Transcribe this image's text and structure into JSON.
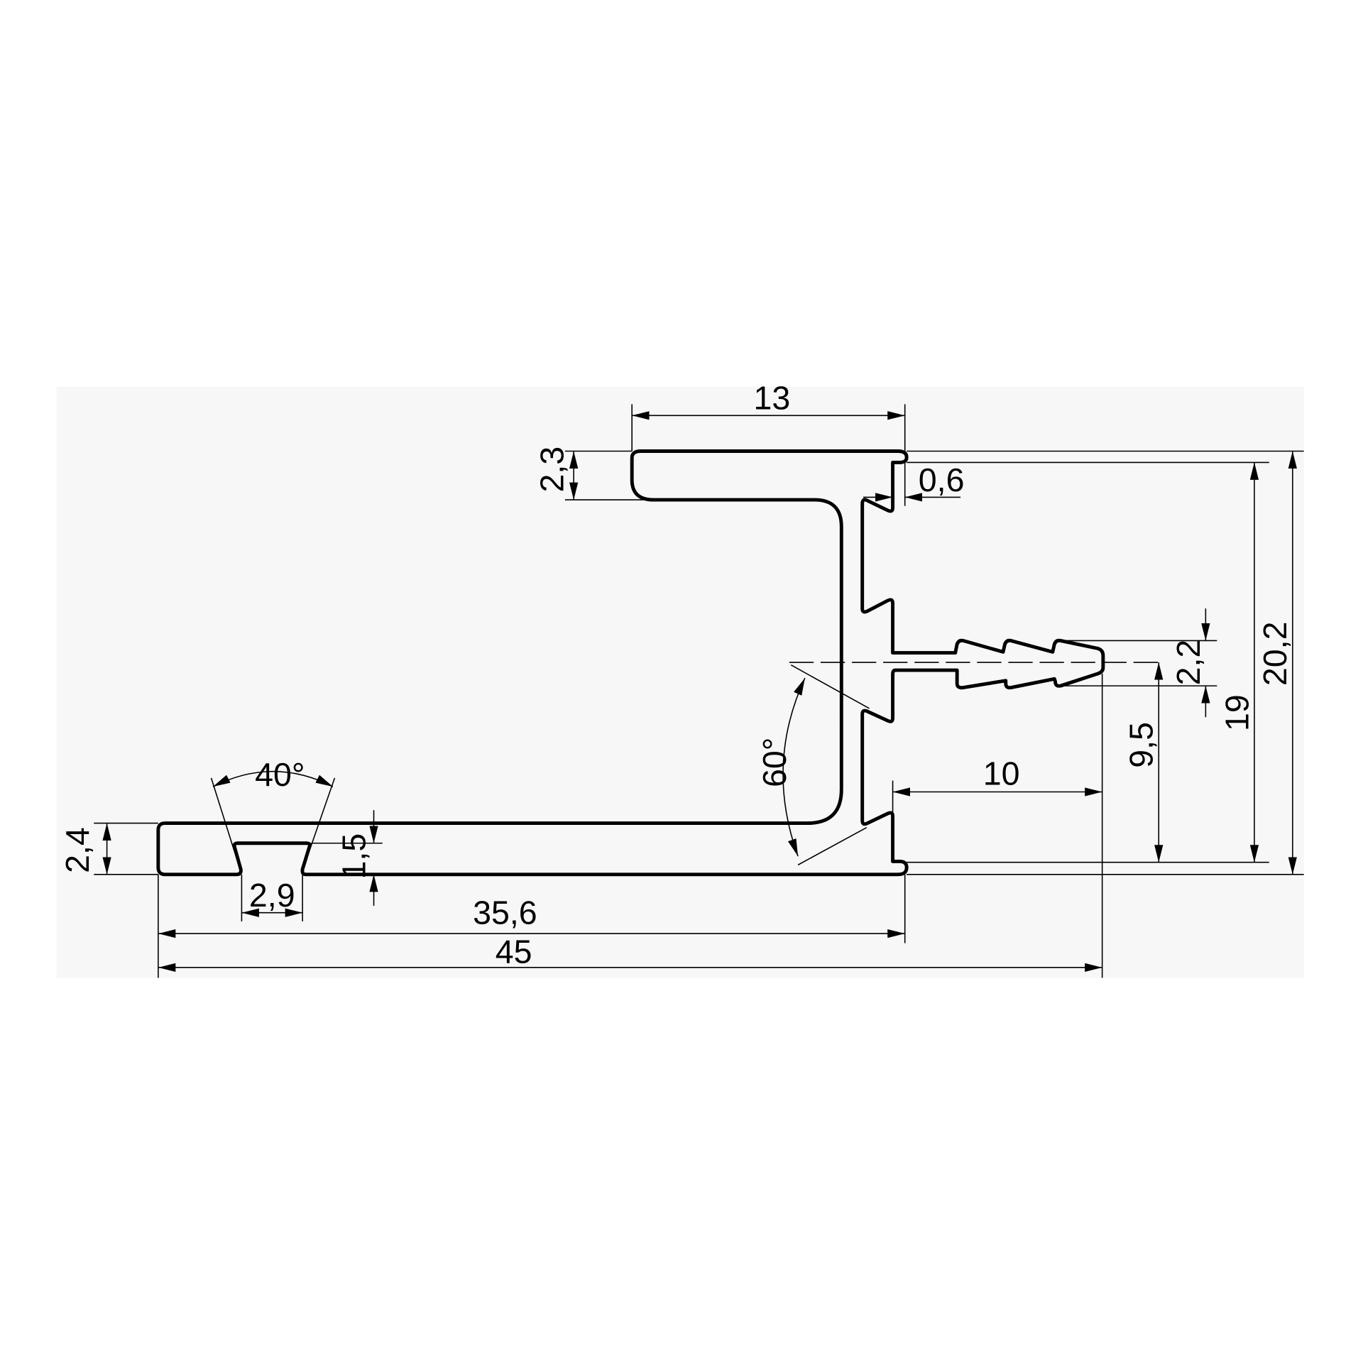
{
  "drawing": {
    "title": "Aluminium profile cross-section with dimensions",
    "colors": {
      "line": "#000000",
      "panel": "#f7f7f7",
      "background": "#ffffff"
    },
    "dimensions": {
      "top_flange_width": "13",
      "top_flange_thickness": "2,3",
      "tooth_depth": "0,6",
      "barb_height": "2,2",
      "inner_height": "19",
      "overall_height": "20,2",
      "center_height": "9,5",
      "barb_length": "10",
      "tooth_angle": "60°",
      "slot_angle": "40°",
      "slot_depth": "1,5",
      "bottom_flange_thickness": "2,4",
      "slot_width": "2,9",
      "base_width": "35,6",
      "overall_width": "45"
    }
  }
}
